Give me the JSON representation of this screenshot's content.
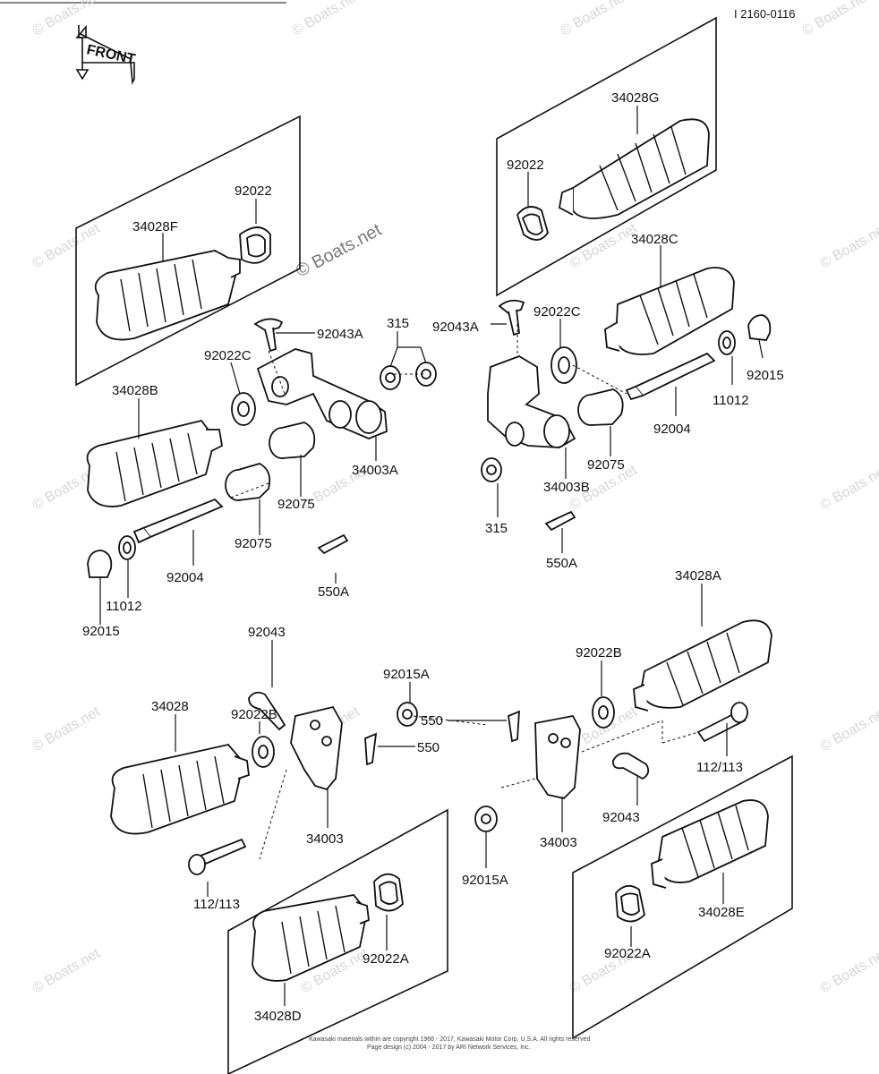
{
  "header": {
    "diagram_code": "I 2160-0116",
    "front_label": "FRONT"
  },
  "parts": {
    "p34028F": "34028F",
    "p92022_a": "92022",
    "p34028G": "34028G",
    "p92022_b": "92022",
    "p34028C": "34028C",
    "p92043A_a": "92043A",
    "p315_a": "315",
    "p92043A_b": "92043A",
    "p92022C_a": "92022C",
    "p92022C_b": "92022C",
    "p92015_a": "92015",
    "p34028B": "34028B",
    "p11012_a": "11012",
    "p92004_a": "92004",
    "p34003A": "34003A",
    "p92075_a": "92075",
    "p92075_b": "92075",
    "p34003B": "34003B",
    "p92075_c": "92075",
    "p92004_b": "92004",
    "p11012_b": "11012",
    "p92015_b": "92015",
    "p550A_a": "550A",
    "p315_b": "315",
    "p550A_b": "550A",
    "p34028A": "34028A",
    "p92043_a": "92043",
    "p92015A_a": "92015A",
    "p92022B_a": "92022B",
    "p34028": "34028",
    "p92022B_b": "92022B",
    "p550_a": "550",
    "p550_b": "550",
    "p112_113_a": "112/113",
    "p34003_a": "34003",
    "p34003_b": "34003",
    "p92043_b": "92043",
    "p92015A_b": "92015A",
    "p112_113_b": "112/113",
    "p92022A_a": "92022A",
    "p92022A_b": "92022A",
    "p34028E": "34028E",
    "p34028D": "34028D"
  },
  "watermark": {
    "text": "© Boats.net"
  },
  "footer": {
    "line1": "Kawasaki materials within are copyright 1966 - 2017, Kawasaki Motor Corp. U.S.A. All rights reserved",
    "line2": "Page design (c) 2004 - 2017 by ARI Network Services, Inc."
  }
}
